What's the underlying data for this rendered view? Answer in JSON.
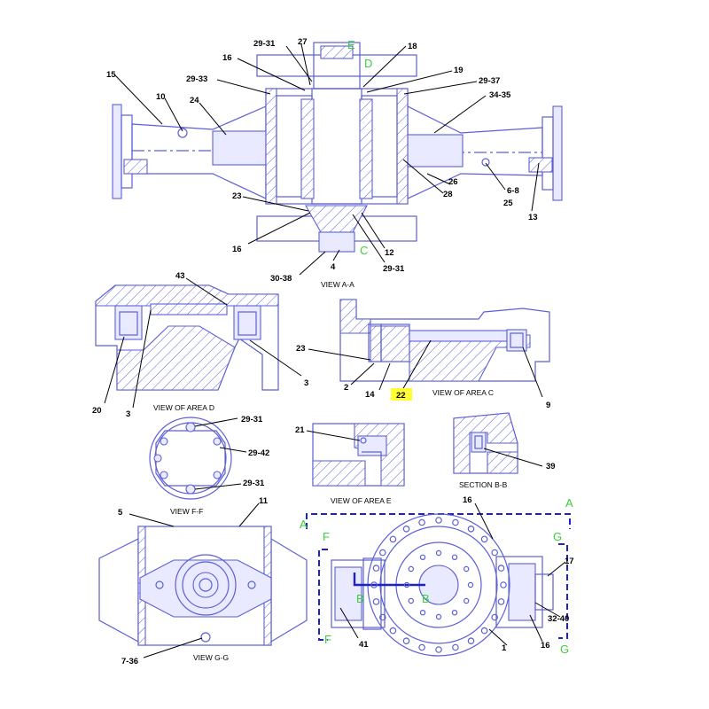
{
  "views": {
    "view_aa": "VIEW A-A",
    "view_area_d": "VIEW OF AREA D",
    "view_area_c": "VIEW OF AREA C",
    "view_ff": "VIEW F-F",
    "view_area_e": "VIEW OF AREA E",
    "section_bb": "SECTION B-B",
    "view_gg": "VIEW G-G"
  },
  "callouts": {
    "aa": [
      "29-31",
      "27",
      "18",
      "16",
      "19",
      "15",
      "29-33",
      "29-37",
      "10",
      "24",
      "34-35",
      "26",
      "28",
      "6-8",
      "25",
      "13",
      "23",
      "16",
      "12",
      "29-31",
      "4",
      "30-38"
    ],
    "d": [
      "43",
      "3",
      "20",
      "3"
    ],
    "c": [
      "23",
      "2",
      "14",
      "22",
      "9"
    ],
    "ff": [
      "29-31",
      "29-42",
      "29-31"
    ],
    "e": [
      "21"
    ],
    "bb": [
      "39"
    ],
    "gg": [
      "5",
      "11",
      "7-36"
    ],
    "side": [
      "16",
      "17",
      "32-40",
      "41",
      "1",
      "16"
    ]
  },
  "section_letters": {
    "aa": [
      "E",
      "D",
      "C"
    ],
    "side": [
      "A",
      "A",
      "F",
      "F",
      "G",
      "G",
      "B",
      "B"
    ]
  },
  "highlight": {
    "callout": "22",
    "color": "#ffff33"
  },
  "colors": {
    "line": "#5b5fd6",
    "bold_line": "#1d22c8",
    "section_marker": "#3ccf3c"
  }
}
